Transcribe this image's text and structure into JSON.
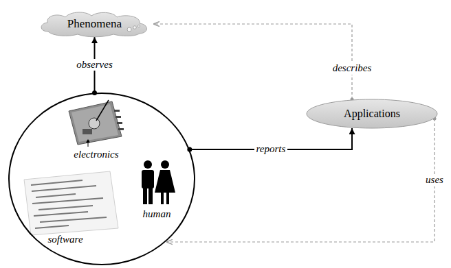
{
  "diagram": {
    "nodes": [
      {
        "text": [
          "Phenomena"
        ]
      },
      {
        "text": [
          "electronics",
          "software",
          "human"
        ]
      },
      {
        "text": [
          "Applications"
        ]
      }
    ],
    "edges": [
      {
        "from": 1,
        "to": 0,
        "arrow": "to",
        "label": "observes"
      },
      {
        "from": 1,
        "to": 2,
        "arrow": "to",
        "label": "reports"
      },
      {
        "from": 2,
        "to": 0,
        "arrow": "to",
        "label": "describes"
      },
      {
        "from": 2,
        "to": 1,
        "arrow": "to",
        "label": "uses"
      }
    ]
  }
}
